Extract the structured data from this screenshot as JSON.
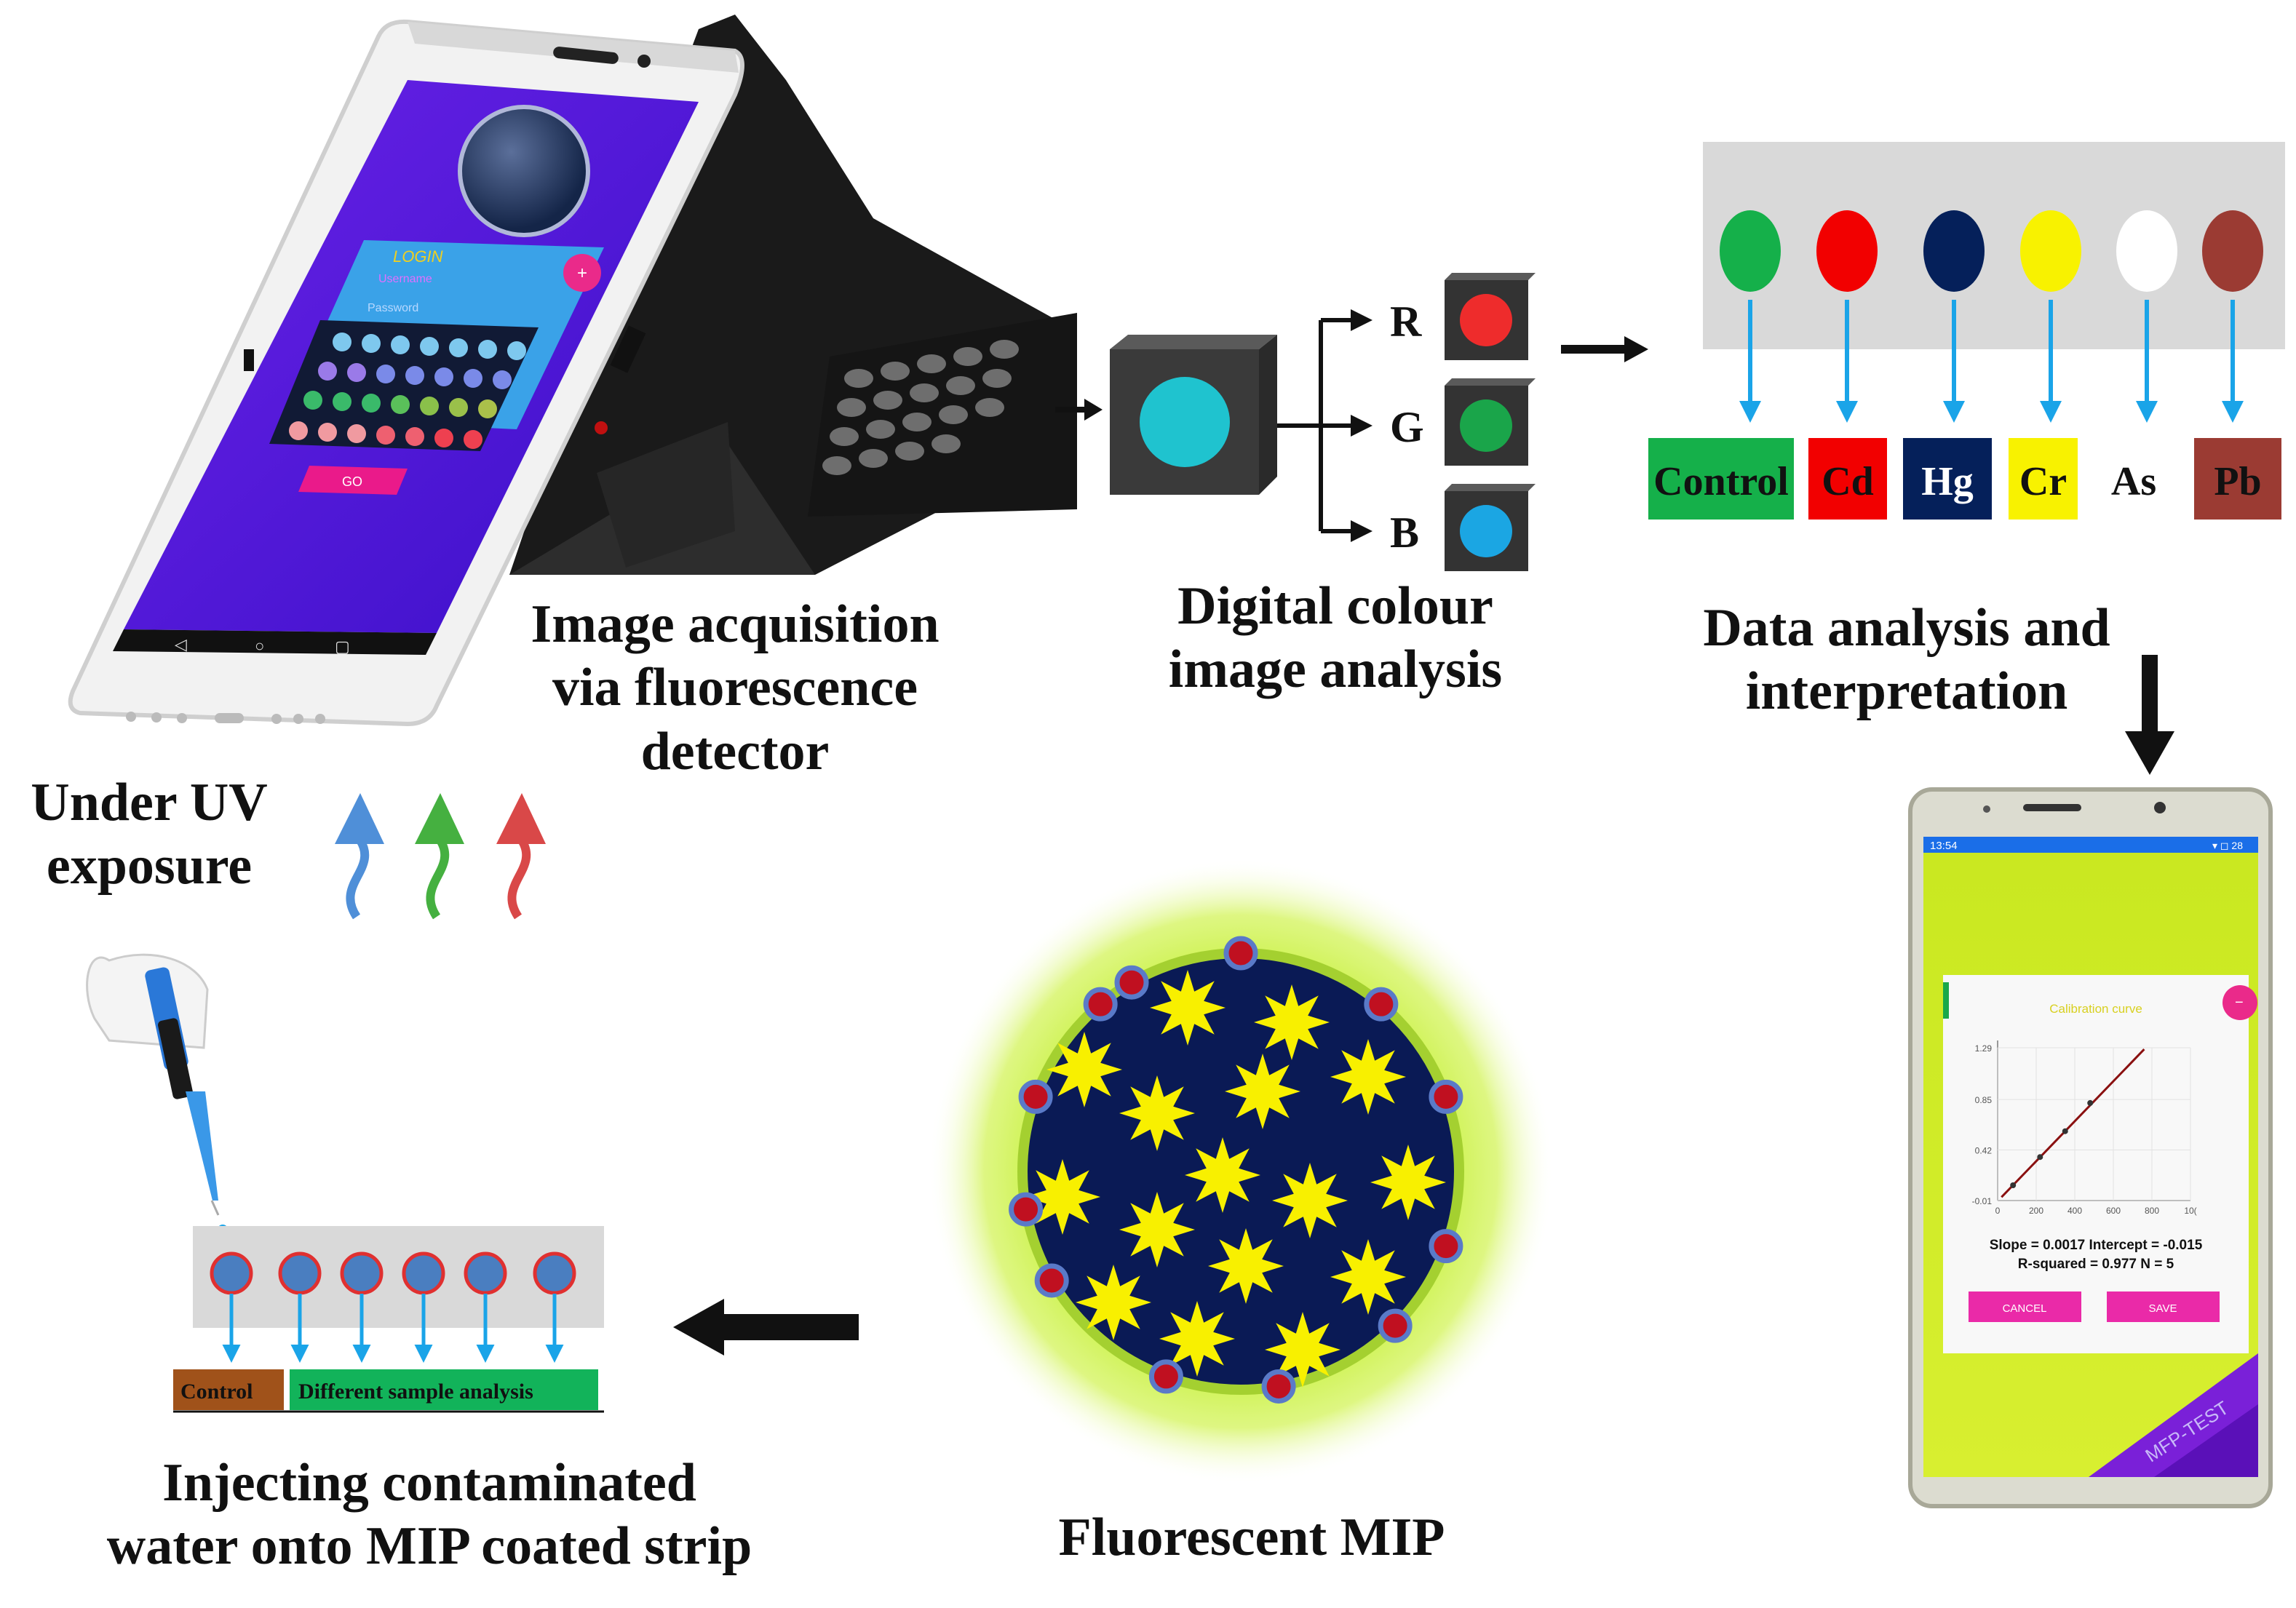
{
  "steps": {
    "image_acquisition": {
      "line1": "Image acquisition",
      "line2": "via fluorescence",
      "line3": "detector"
    },
    "digital_colour": {
      "line1": "Digital colour",
      "line2": "image analysis"
    },
    "data_analysis": {
      "line1": "Data analysis and",
      "line2": "interpretation"
    },
    "under_uv": {
      "line1": "Under UV",
      "line2": "exposure"
    },
    "injecting": {
      "line1": "Injecting contaminated",
      "line2": "water onto MIP coated strip"
    },
    "fluorescent_mip": {
      "label": "Fluorescent MIP"
    }
  },
  "phone_app": {
    "login_title": "LOGIN",
    "username_placeholder": "Username",
    "password_placeholder": "Password",
    "go_label": "GO"
  },
  "rgb": {
    "channels": [
      {
        "letter": "R",
        "color": "#ee2c2c"
      },
      {
        "letter": "G",
        "color": "#1aa54a"
      },
      {
        "letter": "B",
        "color": "#1ba6e3"
      }
    ],
    "sample_color": "#1fc3cf"
  },
  "metals": [
    {
      "label": "Control",
      "dot": "#15b04a",
      "box": "#15b04a",
      "text": "#111111"
    },
    {
      "label": "Cd",
      "dot": "#f20000",
      "box": "#f20000",
      "text": "#111111"
    },
    {
      "label": "Hg",
      "dot": "#05205a",
      "box": "#05205a",
      "text": "#ffffff"
    },
    {
      "label": "Cr",
      "dot": "#f8f200",
      "box": "#f8f200",
      "text": "#111111"
    },
    {
      "label": "As",
      "dot": "#ffffff",
      "box": "#ffffff",
      "text": "#111111"
    },
    {
      "label": "Pb",
      "dot": "#9b3b33",
      "box": "#9b3b33",
      "text": "#111111"
    }
  ],
  "result_phone": {
    "status_time": "13:54",
    "dialog_title": "Calibration curve",
    "slope_line": "Slope = 0.0017 Intercept = -0.015",
    "rsq_line": "R-squared = 0.977  N = 5",
    "cancel_label": "CANCEL",
    "save_label": "SAVE",
    "watermark": "MFP-TEST",
    "y_ticks": [
      "1.29",
      "0.85",
      "0.42",
      "-0.01"
    ],
    "x_ticks": [
      "0",
      "200",
      "400",
      "600",
      "800",
      "10("
    ]
  },
  "chart_data": {
    "type": "scatter",
    "title": "Calibration curve",
    "x": [
      80,
      220,
      350,
      480
    ],
    "y": [
      0.12,
      0.36,
      0.58,
      0.82
    ],
    "fit": {
      "slope": 0.0017,
      "intercept": -0.015
    },
    "xlim": [
      0,
      1000
    ],
    "ylim": [
      -0.01,
      1.29
    ]
  },
  "strip": {
    "control_label": "Control",
    "sample_label": "Different sample analysis",
    "control_color": "#a0521a",
    "sample_color": "#12b35a",
    "spot_count": 6
  },
  "colors": {
    "uv_blue": "#4f8fd8",
    "uv_green": "#45b040",
    "uv_red": "#d94848",
    "mip_core": "#0a1a55",
    "mip_star": "#f8f000",
    "mip_glow": "#c6f03a",
    "mip_site": "#c01020"
  }
}
